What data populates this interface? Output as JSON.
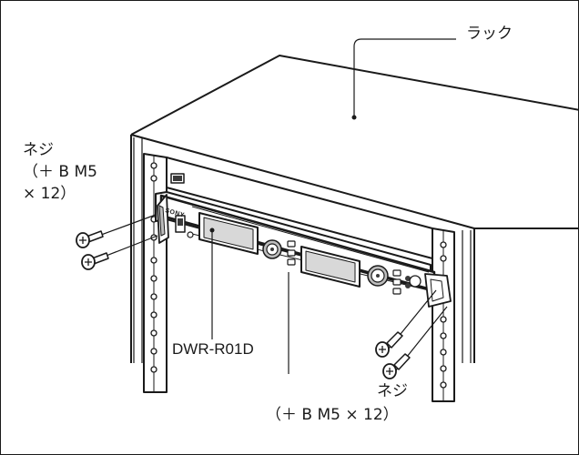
{
  "labels": {
    "rack": "ラック",
    "model": "DWR-R01D",
    "screw_left_line1": "ネジ",
    "screw_left_line2": "（＋ B M5",
    "screw_left_line3": "× 12）",
    "screw_right": "ネジ",
    "screw_right_spec": "（＋ B M5 × 12）",
    "brand": "SONY"
  },
  "colors": {
    "line": "#1a1a1a",
    "panel_dark": "#3a3a3a",
    "panel_mid": "#bdbdbd",
    "display": "#d8d8d8"
  }
}
